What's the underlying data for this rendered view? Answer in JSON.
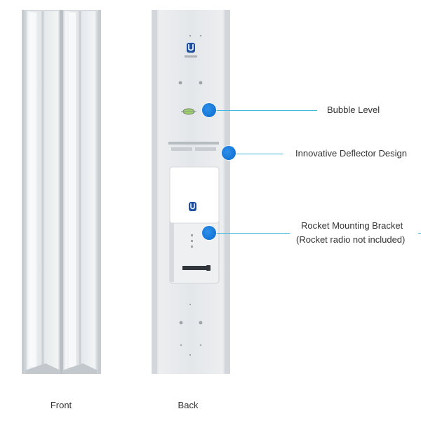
{
  "callouts": {
    "bubble_level": "Bubble Level",
    "deflector": "Innovative Deflector Design",
    "bracket_line1": "Rocket Mounting Bracket",
    "bracket_line2": "(Rocket radio not included)"
  },
  "captions": {
    "front": "Front",
    "back": "Back"
  },
  "colors": {
    "accent_line": "#41b6dd",
    "accent_dot": "#1475d8",
    "antenna_body": "#e9ecef"
  }
}
